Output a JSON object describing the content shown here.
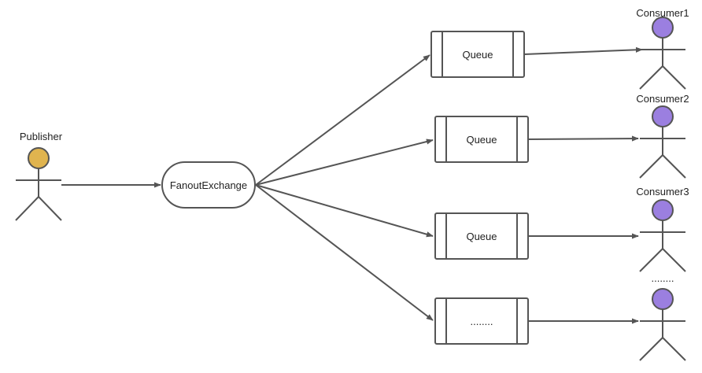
{
  "colors": {
    "stroke": "#555555",
    "publisher_head": "#e0b44f",
    "consumer_head": "#9b7fe0",
    "background": "#ffffff"
  },
  "publisher": {
    "label": "Publisher"
  },
  "exchange": {
    "label": "FanoutExchange"
  },
  "queues": [
    {
      "label": "Queue"
    },
    {
      "label": "Queue"
    },
    {
      "label": "Queue"
    },
    {
      "label": "........"
    }
  ],
  "consumers": [
    {
      "label": "Consumer1"
    },
    {
      "label": "Consumer2"
    },
    {
      "label": "Consumer3"
    },
    {
      "label": ""
    }
  ],
  "ellipsis": "........"
}
